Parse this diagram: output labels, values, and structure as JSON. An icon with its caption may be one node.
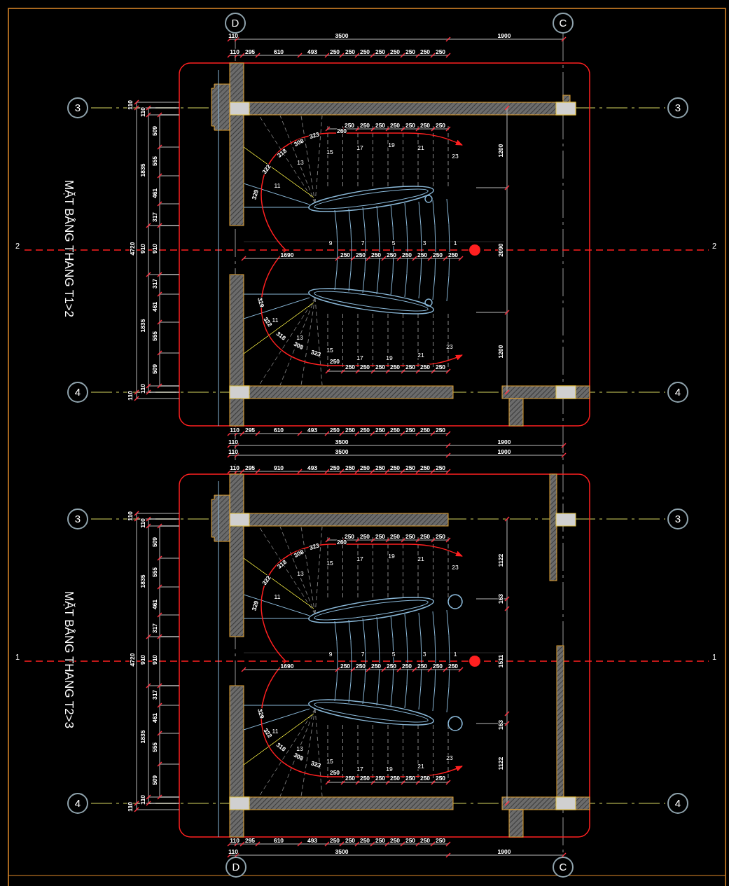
{
  "diagram": {
    "nodes": [
      {
        "text": [
          "D"
        ]
      },
      {
        "text": [
          "C"
        ]
      },
      {
        "text": [
          "3"
        ]
      },
      {
        "text": [
          "3"
        ]
      },
      {
        "text": [
          "4"
        ]
      },
      {
        "text": [
          "4"
        ]
      },
      {
        "text": [
          "3"
        ]
      },
      {
        "text": [
          "3"
        ]
      },
      {
        "text": [
          "4"
        ]
      },
      {
        "text": [
          "4"
        ]
      },
      {
        "text": [
          "D"
        ]
      },
      {
        "text": [
          "C"
        ]
      }
    ],
    "labels": [
      "110",
      "3500",
      "1900",
      "110",
      "295",
      "610",
      "493",
      "250",
      "250",
      "250",
      "250",
      "250",
      "250",
      "250",
      "250",
      "MẶT BẰNG THANG T1>2",
      "4720",
      "110",
      "110",
      "1835",
      "910",
      "1835",
      "110",
      "110",
      "509",
      "555",
      "461",
      "317",
      "910",
      "317",
      "461",
      "555",
      "509",
      "260",
      "250",
      "250",
      "250",
      "250",
      "250",
      "250",
      "250",
      "323",
      "308",
      "318",
      "322",
      "329",
      "11",
      "13",
      "15",
      "17",
      "19",
      "21",
      "23",
      "2",
      "2",
      "9",
      "7",
      "5",
      "3",
      "1",
      "1690",
      "250",
      "250",
      "250",
      "250",
      "250",
      "250",
      "250",
      "250",
      "1200",
      "2090",
      "1200",
      "329",
      "322",
      "318",
      "308",
      "323",
      "250",
      "250",
      "250",
      "250",
      "250",
      "250",
      "250",
      "250",
      "11",
      "13",
      "15",
      "17",
      "19",
      "21",
      "23",
      "110",
      "295",
      "610",
      "493",
      "250",
      "250",
      "250",
      "250",
      "250",
      "250",
      "250",
      "250",
      "110",
      "3500",
      "1900",
      "110",
      "3500",
      "1900",
      "110",
      "295",
      "910",
      "493",
      "250",
      "250",
      "250",
      "250",
      "250",
      "250",
      "250",
      "250",
      "MẶT BẰNG THANG T2>3",
      "4720",
      "110",
      "110",
      "1835",
      "910",
      "1835",
      "110",
      "110",
      "509",
      "555",
      "461",
      "317",
      "910",
      "317",
      "461",
      "555",
      "509",
      "260",
      "250",
      "250",
      "250",
      "250",
      "250",
      "250",
      "250",
      "323",
      "308",
      "318",
      "322",
      "329",
      "11",
      "13",
      "15",
      "17",
      "19",
      "21",
      "23",
      "1",
      "1",
      "9",
      "7",
      "5",
      "3",
      "1",
      "1690",
      "250",
      "250",
      "250",
      "250",
      "250",
      "250",
      "250",
      "250",
      "1122",
      "163",
      "1511",
      "163",
      "1122",
      "329",
      "322",
      "318",
      "308",
      "323",
      "250",
      "250",
      "250",
      "250",
      "250",
      "250",
      "250",
      "250",
      "11",
      "13",
      "15",
      "17",
      "19",
      "21",
      "23",
      "110",
      "295",
      "610",
      "493",
      "250",
      "250",
      "250",
      "250",
      "250",
      "250",
      "250",
      "250",
      "110",
      "3500",
      "1900"
    ]
  }
}
